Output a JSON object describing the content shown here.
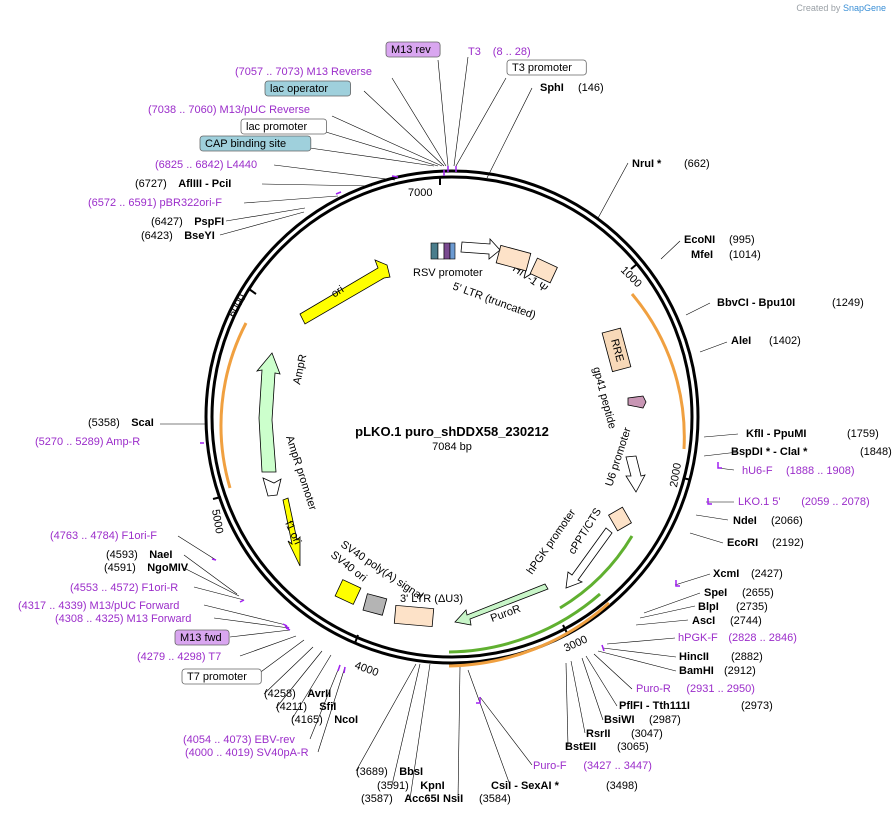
{
  "header": {
    "credit_prefix": "Created by",
    "credit_brand": "SnapGene"
  },
  "plasmid": {
    "name": "pLKO.1 puro_shDDX58_230212",
    "size_label": "7084 bp",
    "length": 7084
  },
  "colors": {
    "primer": "#9b2dca",
    "primer_flag": "#a020f0",
    "label_box_feature": "#9fd0dc",
    "label_box_primer": "#d9a6f0",
    "backbone": "#000000",
    "ori": "#ffff00",
    "ampr": "#ccffcc",
    "ltr": "#fde2c8",
    "puror": "#c8f5c8",
    "rre": "#f8d9b8",
    "gp41": "#c896b4",
    "sv40ori": "#b4b4b4",
    "orange_arc": "#f0a040",
    "green_arc": "#60b030"
  },
  "ticks": [
    {
      "label": "1000",
      "pos": 1000
    },
    {
      "label": "2000",
      "pos": 2000
    },
    {
      "label": "3000",
      "pos": 3000
    },
    {
      "label": "4000",
      "pos": 4000
    },
    {
      "label": "5000",
      "pos": 5000
    },
    {
      "label": "6000",
      "pos": 6000
    },
    {
      "label": "7000",
      "pos": 7000
    }
  ],
  "sites": [
    {
      "name": "M13 rev",
      "pos": "",
      "kind": "boxprimer"
    },
    {
      "name": "T3",
      "pos": "(8 .. 28)",
      "kind": "primer"
    },
    {
      "name": "T3 promoter",
      "pos": "",
      "kind": "boxfeature"
    },
    {
      "name": "(7057 .. 7073)  M13 Reverse",
      "pos": "",
      "kind": "primer"
    },
    {
      "name": "lac operator",
      "pos": "",
      "kind": "boxblue"
    },
    {
      "name": "(7038 .. 7060)  M13/pUC Reverse",
      "pos": "",
      "kind": "primer"
    },
    {
      "name": "lac promoter",
      "pos": "",
      "kind": "boxfeature"
    },
    {
      "name": "CAP binding site",
      "pos": "",
      "kind": "boxblue"
    },
    {
      "name": "(6825 .. 6842)  L4440",
      "pos": "",
      "kind": "primer"
    },
    {
      "name": "AflIII  - PciI",
      "pos": "(6727)",
      "kind": "enzyme"
    },
    {
      "name": "(6572 .. 6591)  pBR322ori-F",
      "pos": "",
      "kind": "primer"
    },
    {
      "name": "PspFI",
      "pos": "(6427)",
      "kind": "enzyme"
    },
    {
      "name": "BseYI",
      "pos": "(6423)",
      "kind": "enzyme"
    },
    {
      "name": "SphI",
      "pos": "(146)",
      "kind": "enzyme"
    },
    {
      "name": "NruI *",
      "pos": "(662)",
      "kind": "enzyme"
    },
    {
      "name": "EcoNI",
      "pos": "(995)",
      "kind": "enzyme"
    },
    {
      "name": "MfeI",
      "pos": "(1014)",
      "kind": "enzyme"
    },
    {
      "name": "BbvCI  - Bpu10I",
      "pos": "(1249)",
      "kind": "enzyme"
    },
    {
      "name": "AleI",
      "pos": "(1402)",
      "kind": "enzyme"
    },
    {
      "name": "KflI  - PpuMI",
      "pos": "(1759)",
      "kind": "enzyme"
    },
    {
      "name": "BspDI *  - ClaI *",
      "pos": "(1848)",
      "kind": "enzyme"
    },
    {
      "name": "hU6-F",
      "pos": "(1888 .. 1908)",
      "kind": "primer"
    },
    {
      "name": "LKO.1 5'",
      "pos": "(2059 .. 2078)",
      "kind": "primer"
    },
    {
      "name": "NdeI",
      "pos": "(2066)",
      "kind": "enzyme"
    },
    {
      "name": "EcoRI",
      "pos": "(2192)",
      "kind": "enzyme"
    },
    {
      "name": "XcmI",
      "pos": "(2427)",
      "kind": "enzyme"
    },
    {
      "name": "SpeI",
      "pos": "(2655)",
      "kind": "enzyme"
    },
    {
      "name": "BlpI",
      "pos": "(2735)",
      "kind": "enzyme"
    },
    {
      "name": "AscI",
      "pos": "(2744)",
      "kind": "enzyme"
    },
    {
      "name": "hPGK-F",
      "pos": "(2828 .. 2846)",
      "kind": "primer"
    },
    {
      "name": "HincII",
      "pos": "(2882)",
      "kind": "enzyme"
    },
    {
      "name": "BamHI",
      "pos": "(2912)",
      "kind": "enzyme"
    },
    {
      "name": "Puro-R",
      "pos": "(2931 .. 2950)",
      "kind": "primer"
    },
    {
      "name": "PflFI  - Tth111I",
      "pos": "(2973)",
      "kind": "enzyme"
    },
    {
      "name": "BsiWI",
      "pos": "(2987)",
      "kind": "enzyme"
    },
    {
      "name": "RsrII",
      "pos": "(3047)",
      "kind": "enzyme"
    },
    {
      "name": "BstEII",
      "pos": "(3065)",
      "kind": "enzyme"
    },
    {
      "name": "Puro-F",
      "pos": "(3427 .. 3447)",
      "kind": "primer"
    },
    {
      "name": "CsiI  - SexAI *",
      "pos": "(3498)",
      "kind": "enzyme"
    },
    {
      "name": "NsiI",
      "pos": "(3584)",
      "kind": "enzyme"
    },
    {
      "name": "Acc65I",
      "pos": "(3587)",
      "kind": "enzyme"
    },
    {
      "name": "KpnI",
      "pos": "(3591)",
      "kind": "enzyme"
    },
    {
      "name": "BbsI",
      "pos": "(3689)",
      "kind": "enzyme"
    },
    {
      "name": "(4000 .. 4019)  SV40pA-R",
      "pos": "",
      "kind": "primer"
    },
    {
      "name": "(4054 .. 4073)  EBV-rev",
      "pos": "",
      "kind": "primer"
    },
    {
      "name": "NcoI",
      "pos": "(4165)",
      "kind": "enzyme"
    },
    {
      "name": "SfiI",
      "pos": "(4211)",
      "kind": "enzyme"
    },
    {
      "name": "AvrII",
      "pos": "(4258)",
      "kind": "enzyme"
    },
    {
      "name": "T7 promoter",
      "pos": "",
      "kind": "boxfeature"
    },
    {
      "name": "(4279 .. 4298)  T7",
      "pos": "",
      "kind": "primer"
    },
    {
      "name": "M13 fwd",
      "pos": "",
      "kind": "boxprimer"
    },
    {
      "name": "(4308 .. 4325)  M13 Forward",
      "pos": "",
      "kind": "primer"
    },
    {
      "name": "(4317 .. 4339)  M13/pUC Forward",
      "pos": "",
      "kind": "primer"
    },
    {
      "name": "(4553 .. 4572)  F1ori-R",
      "pos": "",
      "kind": "primer"
    },
    {
      "name": "NgoMIV",
      "pos": "(4591)",
      "kind": "enzyme"
    },
    {
      "name": "NaeI",
      "pos": "(4593)",
      "kind": "enzyme"
    },
    {
      "name": "(4763 .. 4784)  F1ori-F",
      "pos": "",
      "kind": "primer"
    },
    {
      "name": "(5270 .. 5289)  Amp-R",
      "pos": "",
      "kind": "primer"
    },
    {
      "name": "ScaI",
      "pos": "(5358)",
      "kind": "enzyme"
    }
  ],
  "features": [
    {
      "name": "ori"
    },
    {
      "name": "AmpR"
    },
    {
      "name": "AmpR promoter"
    },
    {
      "name": "f1 ori"
    },
    {
      "name": "SV40 ori"
    },
    {
      "name": "SV40 poly(A) signal"
    },
    {
      "name": "3' LTR (ΔU3)"
    },
    {
      "name": "PuroR"
    },
    {
      "name": "hPGK promoter"
    },
    {
      "name": "cPPT/CTS"
    },
    {
      "name": "U6 promoter"
    },
    {
      "name": "gp41 peptide"
    },
    {
      "name": "RRE"
    },
    {
      "name": "HIV-1 Ψ"
    },
    {
      "name": "5' LTR (truncated)"
    },
    {
      "name": "RSV promoter"
    }
  ]
}
